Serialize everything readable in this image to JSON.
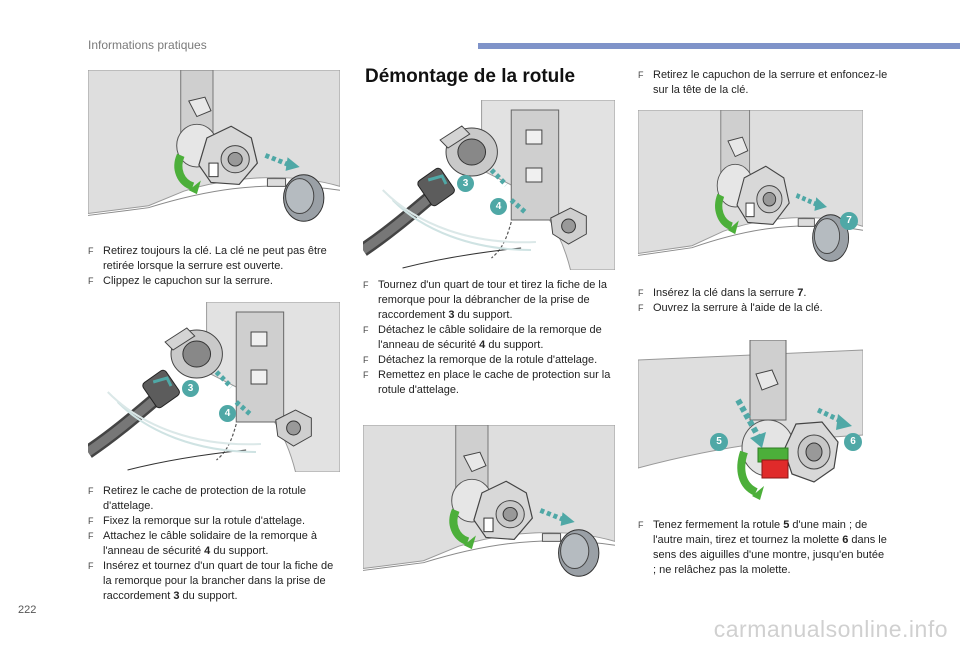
{
  "header": {
    "section": "Informations pratiques"
  },
  "page_number": "222",
  "watermark": "carmanualsonline.info",
  "bullet_mark": "F",
  "section_title": "Démontage de la rotule",
  "column1": {
    "block1": [
      "Retirez toujours la clé. La clé ne peut pas être retirée lorsque la serrure est ouverte.",
      "Clippez le capuchon sur la serrure."
    ],
    "block2": {
      "item1": "Retirez le cache de protection de la rotule d'attelage.",
      "item2": "Fixez la remorque sur la rotule d'attelage.",
      "item3_a": "Attachez le câble solidaire de la remorque à l'anneau de sécurité ",
      "item3_b": "4",
      "item3_c": " du support.",
      "item4_a": "Insérez et tournez d'un quart de tour la fiche de la remorque pour la brancher dans la prise de raccordement ",
      "item4_b": "3",
      "item4_c": " du support."
    }
  },
  "column2": {
    "item1_a": "Tournez d'un quart de tour et tirez la fiche de la remorque pour la débrancher de la prise de raccordement ",
    "item1_b": "3",
    "item1_c": " du support.",
    "item2_a": "Détachez le câble solidaire de la remorque de l'anneau de sécurité ",
    "item2_b": "4",
    "item2_c": " du support.",
    "item3": "Détachez la remorque de la rotule d'attelage.",
    "item4": "Remettez en place le cache de protection sur la rotule d'attelage."
  },
  "column3": {
    "block1": "Retirez le capuchon de la serrure et enfoncez-le sur la tête de la clé.",
    "block2": {
      "item1_a": "Insérez la clé dans la serrure ",
      "item1_b": "7",
      "item1_c": ".",
      "item2": "Ouvrez la serrure à l'aide de la clé."
    },
    "block3": {
      "a": "Tenez fermement la rotule ",
      "b": "5",
      "c": " d'une main ; de l'autre main, tirez et tournez la molette ",
      "d": "6",
      "e": " dans le sens des aiguilles d'une montre, jusqu'en butée ; ne relâchez pas la molette."
    }
  },
  "callouts": {
    "three": "3",
    "four": "4",
    "five": "5",
    "six": "6",
    "seven": "7"
  },
  "colors": {
    "callout": "#4fa8a6",
    "green_arrow": "#4caf3a",
    "red_part": "#e02a2a",
    "header_bar": "#7f93c9",
    "metal": "#dcdcdc"
  }
}
